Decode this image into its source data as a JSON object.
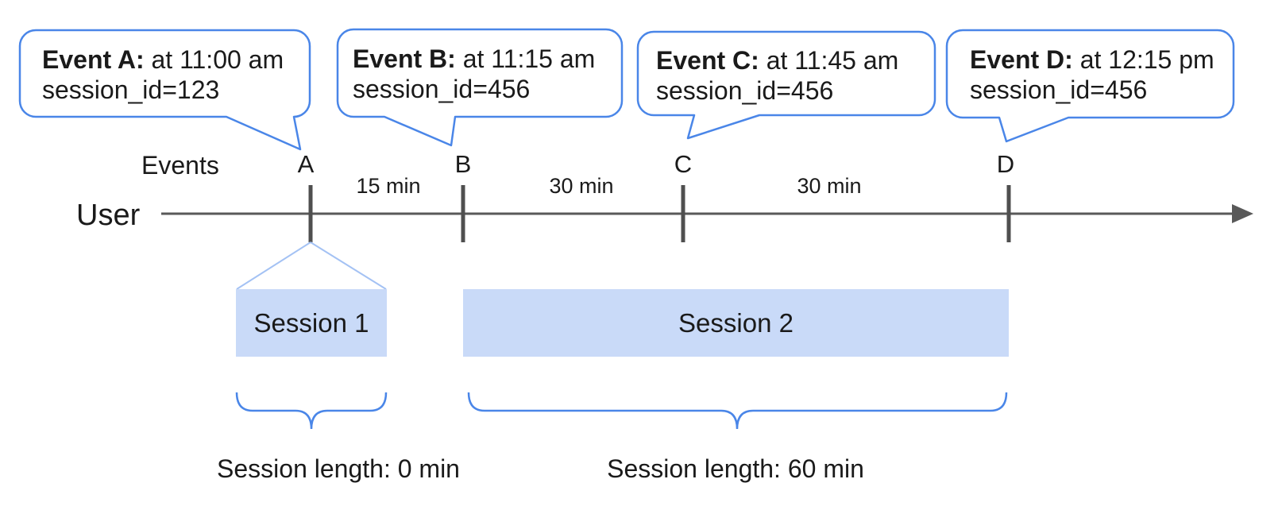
{
  "colors": {
    "callout_border": "#4a86e8",
    "brace": "#4a86e8",
    "session_fill": "#c9daf8",
    "funnel_line": "#a4c2f4",
    "timeline": "#595959",
    "tick": "#4f4f4f",
    "text": "#1a1a1a"
  },
  "labels": {
    "events": "Events",
    "user": "User"
  },
  "callouts": [
    {
      "marker": "A",
      "title": "Event A:",
      "time": " at 11:00 am",
      "session_id_text": "session_id=123"
    },
    {
      "marker": "B",
      "title": "Event B:",
      "time": " at 11:15 am",
      "session_id_text": "session_id=456"
    },
    {
      "marker": "C",
      "title": "Event C:",
      "time": " at 11:45 am",
      "session_id_text": "session_id=456"
    },
    {
      "marker": "D",
      "title": "Event D:",
      "time": " at 12:15 pm",
      "session_id_text": "session_id=456"
    }
  ],
  "timeline": {
    "intervals": [
      "15 min",
      "30 min",
      "30 min"
    ]
  },
  "sessions": [
    {
      "label": "Session 1",
      "length_label": "Session length: 0 min"
    },
    {
      "label": "Session 2",
      "length_label": "Session length: 60 min"
    }
  ]
}
